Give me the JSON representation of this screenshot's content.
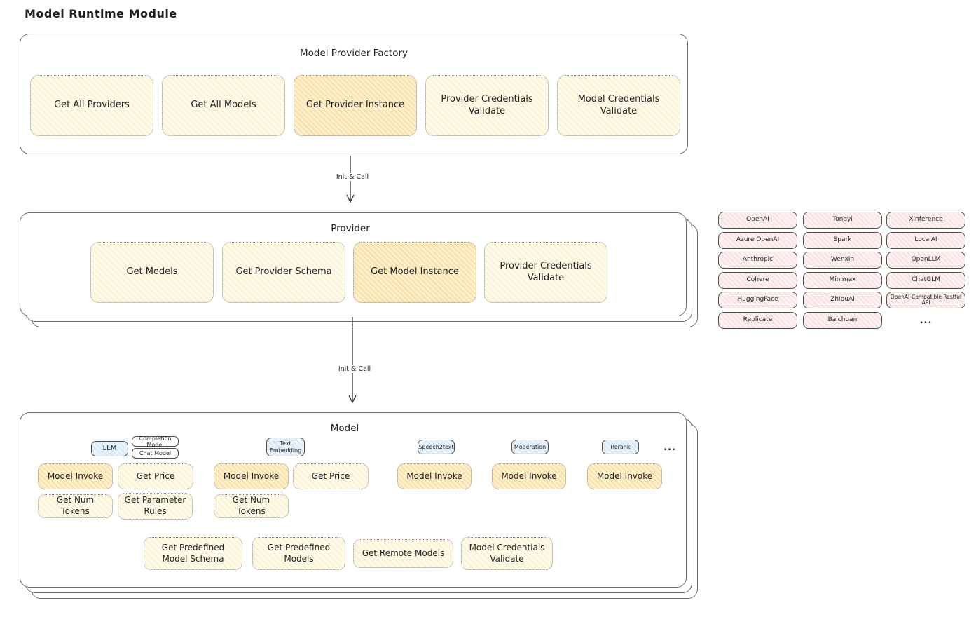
{
  "page": {
    "title": "Model Runtime Module"
  },
  "factory": {
    "title": "Model Provider Factory",
    "boxes": [
      {
        "label": "Get All Providers",
        "highlighted": false
      },
      {
        "label": "Get All Models",
        "highlighted": false
      },
      {
        "label": "Get Provider Instance",
        "highlighted": true
      },
      {
        "label": "Provider Credentials Validate",
        "highlighted": false
      },
      {
        "label": "Model Credentials Validate",
        "highlighted": false
      }
    ]
  },
  "arrow1": {
    "label": "Init & Call"
  },
  "arrow2": {
    "label": "Init & Call"
  },
  "provider": {
    "title": "Provider",
    "boxes": [
      {
        "label": "Get Models",
        "highlighted": false
      },
      {
        "label": "Get Provider Schema",
        "highlighted": false
      },
      {
        "label": "Get Model Instance",
        "highlighted": true
      },
      {
        "label": "Provider Credentials Validate",
        "highlighted": false
      }
    ]
  },
  "providers_grid": {
    "col1": [
      "OpenAI",
      "Azure OpenAI",
      "Anthropic",
      "Cohere",
      "HuggingFace",
      "Replicate"
    ],
    "col2": [
      "Tongyi",
      "Spark",
      "Wenxin",
      "Minimax",
      "ZhipuAI",
      "Baichuan"
    ],
    "col3": [
      "Xinference",
      "LocalAI",
      "OpenLLM",
      "ChatGLM",
      "OpenAI-Compatible Restful API"
    ],
    "ellipsis": "..."
  },
  "model": {
    "title": "Model",
    "tags": {
      "llm": "LLM",
      "completion": "Completion Model",
      "chat": "Chat Model",
      "text_embedding": "Text Embedding",
      "speech2text": "Speech2text",
      "moderation": "Moderation",
      "rerank": "Rerank",
      "ellipsis": "..."
    },
    "llm_boxes": [
      "Model Invoke",
      "Get Price",
      "Get Num Tokens",
      "Get Parameter Rules"
    ],
    "embedding_boxes": [
      "Model Invoke",
      "Get Price",
      "Get Num Tokens"
    ],
    "speech_box": "Model Invoke",
    "moderation_box": "Model Invoke",
    "rerank_box": "Model Invoke",
    "bottom_boxes": [
      "Get Predefined Model Schema",
      "Get Predefined Models",
      "Get Remote Models",
      "Model Credentials Validate"
    ]
  },
  "colors": {
    "yellow_fill": "#fcf2d1",
    "orange_highlight": "#fbdfa4",
    "pink_fill": "#fae2e2",
    "blue_fill": "#d7e8f7",
    "border_gray": "#6b6b6b"
  }
}
